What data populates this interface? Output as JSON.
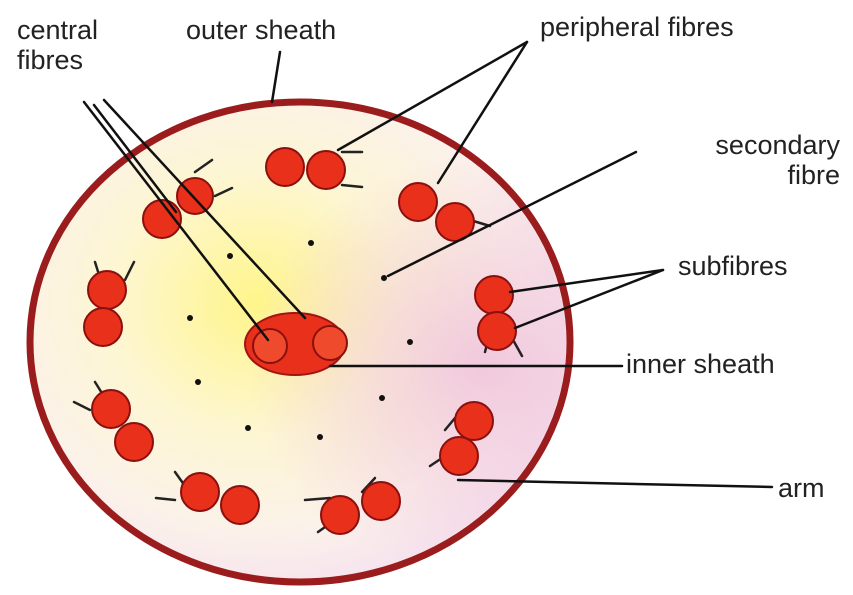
{
  "labels": {
    "central_fibres": "central\nfibres",
    "outer_sheath": "outer sheath",
    "peripheral_fibres": "peripheral fibres",
    "secondary_fibre": "secondary\nfibre",
    "subfibres": "subfibres",
    "inner_sheath": "inner sheath",
    "arm": "arm"
  },
  "colors": {
    "outer_ring": "#9b1c1c",
    "fibre_fill": "#e8301a",
    "fibre_stroke": "#8a1010",
    "interior": "#fdf6dc",
    "center_glow": "#fff68a",
    "pink_tint": "#f2c9dc",
    "line": "#111111"
  }
}
